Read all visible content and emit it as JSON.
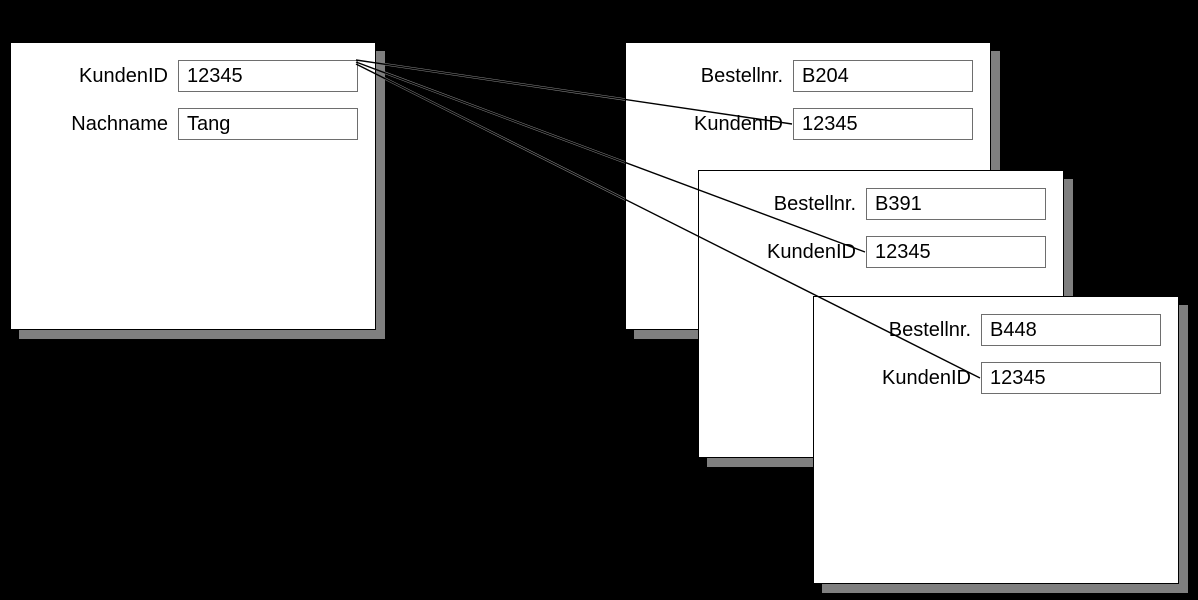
{
  "diagram": {
    "description": "Relational record diagram: one customer record linked to three order records via KundenID",
    "customer_card": {
      "fields": [
        {
          "label": "KundenID",
          "value": "12345"
        },
        {
          "label": "Nachname",
          "value": "Tang"
        }
      ]
    },
    "order_cards": [
      {
        "fields": [
          {
            "label": "Bestellnr.",
            "value": "B204"
          },
          {
            "label": "KundenID",
            "value": "12345"
          }
        ]
      },
      {
        "fields": [
          {
            "label": "Bestellnr.",
            "value": "B391"
          },
          {
            "label": "KundenID",
            "value": "12345"
          }
        ]
      },
      {
        "fields": [
          {
            "label": "Bestellnr.",
            "value": "B448"
          },
          {
            "label": "KundenID",
            "value": "12345"
          }
        ]
      }
    ],
    "connections": [
      {
        "from": "customer.KundenID",
        "to": "order1.KundenID"
      },
      {
        "from": "customer.KundenID",
        "to": "order2.KundenID"
      },
      {
        "from": "customer.KundenID",
        "to": "order3.KundenID"
      }
    ],
    "colors": {
      "background": "#000000",
      "card": "#ffffff",
      "shadow": "#7f7f7f",
      "line": "#000000",
      "text": "#000000",
      "field_border": "#6e6e6e"
    }
  }
}
